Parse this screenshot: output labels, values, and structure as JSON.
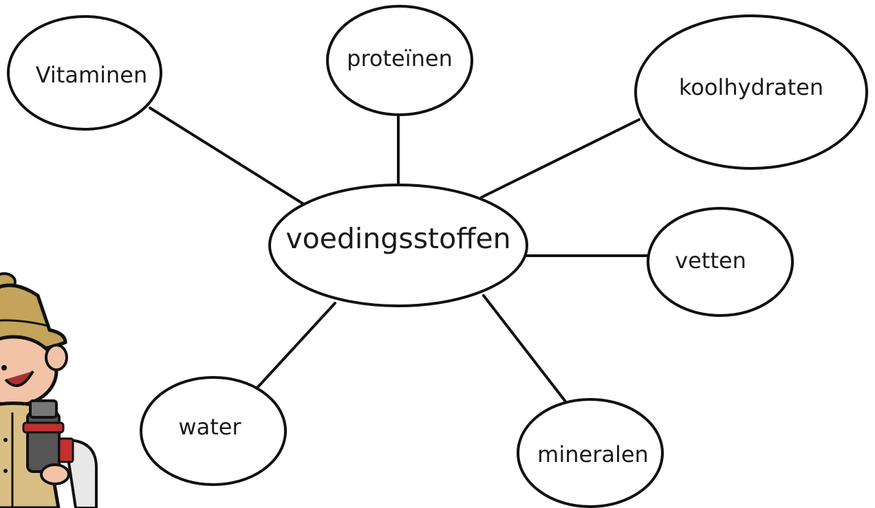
{
  "diagram": {
    "center": {
      "label": "voedingsstoffen"
    },
    "nodes": [
      {
        "id": "vitaminen",
        "label": "Vitaminen"
      },
      {
        "id": "proteinen",
        "label": "proteïnen"
      },
      {
        "id": "koolhydraten",
        "label": "koolhydraten"
      },
      {
        "id": "vetten",
        "label": "vetten"
      },
      {
        "id": "mineralen",
        "label": "mineralen"
      },
      {
        "id": "water",
        "label": "water"
      }
    ]
  },
  "colors": {
    "stroke": "#111111",
    "text": "#1a1a1a",
    "helmet": "#c4a35a",
    "uniform": "#d9bf86",
    "skin": "#f2c3a6",
    "bottle": "#555555",
    "bottle_band": "#c22f2f"
  },
  "illustration": {
    "subject": "explorer-character",
    "icons": [
      "pith-helmet-icon",
      "binoculars-icon"
    ]
  }
}
